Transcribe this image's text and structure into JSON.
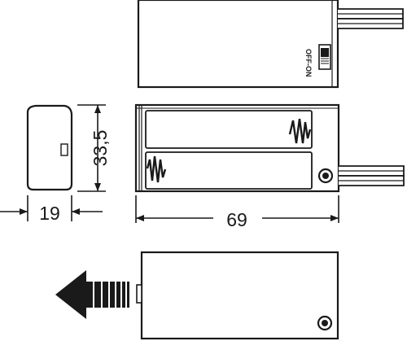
{
  "labels": {
    "switch": "OFF-ON",
    "height": "33,5",
    "depth": "19",
    "width": "69"
  },
  "colors": {
    "ink": "#1a1a1a",
    "paper": "#ffffff"
  },
  "icons": {
    "spring_top": "coil-spring-icon",
    "spring_bottom": "coil-spring-icon",
    "arrow": "slide-direction-arrow-icon"
  }
}
